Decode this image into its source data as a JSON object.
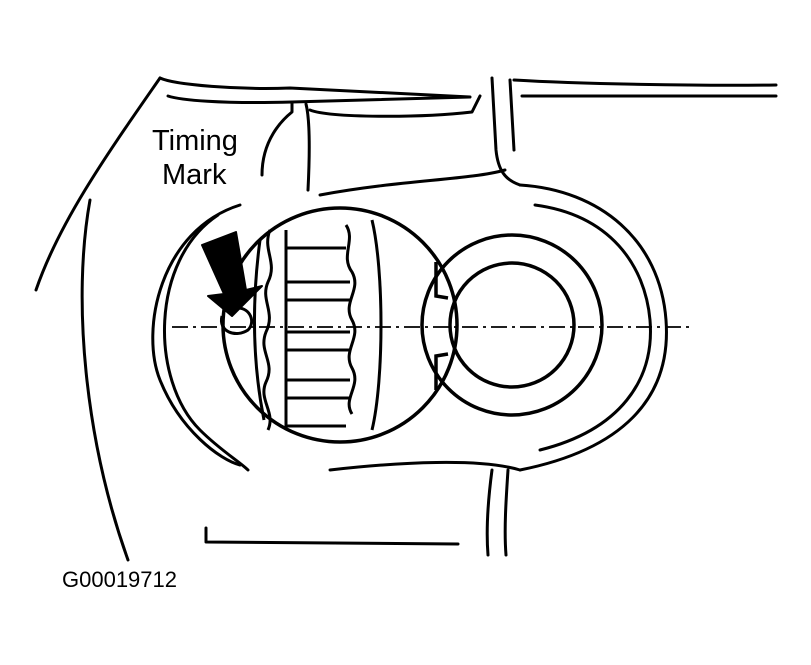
{
  "diagram": {
    "callout": [
      "Timing",
      "Mark"
    ],
    "figure_id": "G00019712"
  },
  "colors": {
    "ink": "#000000",
    "paper": "#ffffff"
  },
  "icons": {
    "pointer": "arrow-icon"
  }
}
